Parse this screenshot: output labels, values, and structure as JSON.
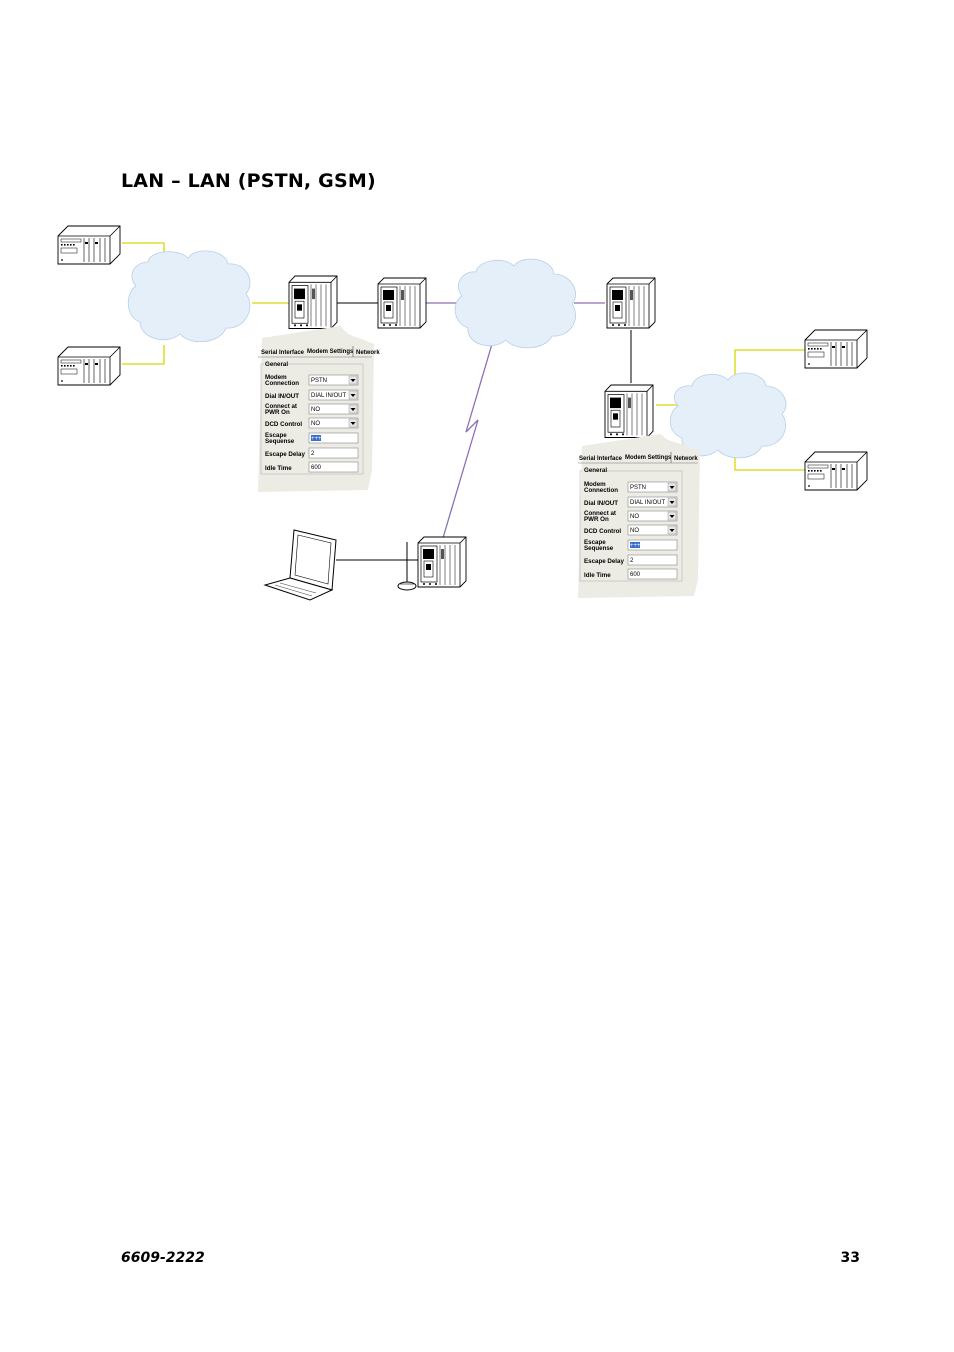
{
  "page": {
    "title": "LAN – LAN (PSTN, GSM)",
    "doc_number": "6609-2222",
    "page_number": "33"
  },
  "colors": {
    "lan_link": "#d8d800",
    "radio_link": "#8c6fb5",
    "cloud_fill": "#e4eff9",
    "cloud_stroke": "#b9cfe6",
    "panel_bg": "#ecebe4"
  },
  "panels": [
    {
      "tabs": [
        "Serial Interface",
        "Modem Settings",
        "Network"
      ],
      "group": "General",
      "fields": [
        {
          "label1": "Modem",
          "label2": "Connection",
          "value": "PSTN",
          "dropdown": true
        },
        {
          "label1": "Dial IN/OUT",
          "label2": "",
          "value": "DIAL IN/OUT",
          "dropdown": true
        },
        {
          "label1": "Connect at",
          "label2": "PWR On",
          "value": "NO",
          "dropdown": true
        },
        {
          "label1": "DCD Control",
          "label2": "",
          "value": "NO",
          "dropdown": true
        },
        {
          "label1": "Escape",
          "label2": "Sequense",
          "value": "+++",
          "highlight": true
        },
        {
          "label1": "Escape Delay",
          "label2": "",
          "value": "2"
        },
        {
          "label1": "Idle Time",
          "label2": "",
          "value": "600"
        }
      ]
    },
    {
      "tabs": [
        "Serial Interface",
        "Modem Settings",
        "Network"
      ],
      "group": "General",
      "fields": [
        {
          "label1": "Modem",
          "label2": "Connection",
          "value": "PSTN",
          "dropdown": true
        },
        {
          "label1": "Dial IN/OUT",
          "label2": "",
          "value": "DIAL IN/OUT",
          "dropdown": true
        },
        {
          "label1": "Connect at",
          "label2": "PWR On",
          "value": "NO",
          "dropdown": true
        },
        {
          "label1": "DCD Control",
          "label2": "",
          "value": "NO",
          "dropdown": true
        },
        {
          "label1": "Escape",
          "label2": "Sequense",
          "value": "+++",
          "highlight": true
        },
        {
          "label1": "Escape Delay",
          "label2": "",
          "value": "2"
        },
        {
          "label1": "Idle Time",
          "label2": "",
          "value": "600"
        }
      ]
    }
  ]
}
